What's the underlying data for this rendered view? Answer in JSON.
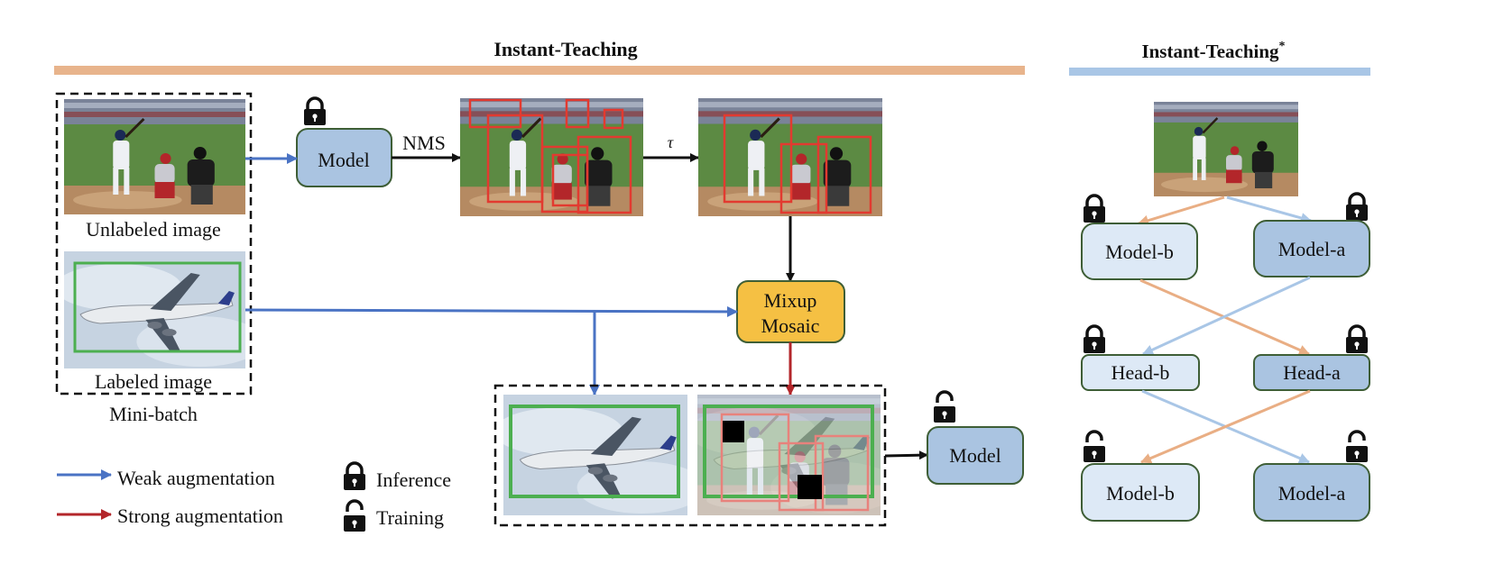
{
  "titles": {
    "left": "Instant-Teaching",
    "right": "Instant-Teaching",
    "right_sup": "*"
  },
  "left": {
    "unlabeled_label": "Unlabeled image",
    "labeled_label": "Labeled image",
    "minibatch_label": "Mini-batch",
    "model_label": "Model",
    "nms_label": "NMS",
    "tau_label": "τ",
    "mixup_line1": "Mixup",
    "mixup_line2": "Mosaic",
    "model_out_label": "Model"
  },
  "legend": {
    "weak": "Weak augmentation",
    "strong": "Strong augmentation",
    "inference": "Inference",
    "training": "Training"
  },
  "right": {
    "model_b_top": "Model-b",
    "model_a_top": "Model-a",
    "head_b": "Head-b",
    "head_a": "Head-a",
    "model_b_bottom": "Model-b",
    "model_a_bottom": "Model-a"
  },
  "colors": {
    "orange_bar": "#e8b48c",
    "blue_bar": "#a9c6e6",
    "model_fill": "#aac4e1",
    "light_model_fill": "#dde9f6",
    "box_border": "#3e5e36",
    "mixup_fill": "#f5c043",
    "weak_arrow": "#4a73c4",
    "strong_arrow": "#b3262a",
    "detect_box": "#e23a30",
    "gt_box": "#4caf50",
    "cross_orange": "#e9ae84",
    "cross_blue": "#a9c6e6"
  },
  "icons": {
    "lock_closed": "lock-closed-icon",
    "lock_open": "lock-open-icon"
  }
}
